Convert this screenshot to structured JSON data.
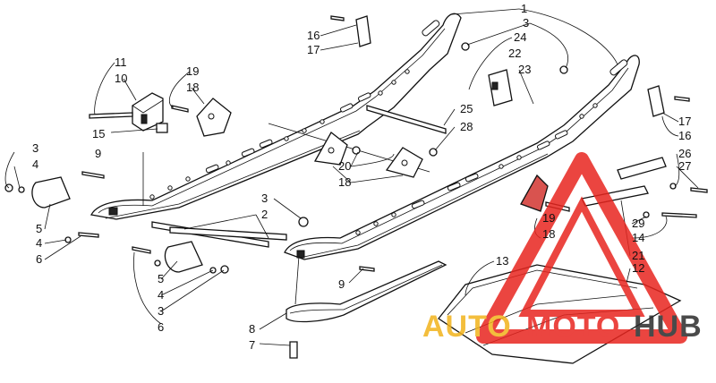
{
  "callouts": [
    {
      "id": "c1",
      "text": "1"
    },
    {
      "id": "c3a",
      "text": "3"
    },
    {
      "id": "c16a",
      "text": "16"
    },
    {
      "id": "c17a",
      "text": "17"
    },
    {
      "id": "c24",
      "text": "24"
    },
    {
      "id": "c22",
      "text": "22"
    },
    {
      "id": "c23",
      "text": "23"
    },
    {
      "id": "c11",
      "text": "11"
    },
    {
      "id": "c10",
      "text": "10"
    },
    {
      "id": "c19a",
      "text": "19"
    },
    {
      "id": "c18a",
      "text": "18"
    },
    {
      "id": "c15",
      "text": "15"
    },
    {
      "id": "c9a",
      "text": "9"
    },
    {
      "id": "c3b",
      "text": "3"
    },
    {
      "id": "c4a",
      "text": "4"
    },
    {
      "id": "c5a",
      "text": "5"
    },
    {
      "id": "c4b",
      "text": "4"
    },
    {
      "id": "c6a",
      "text": "6"
    },
    {
      "id": "c25",
      "text": "25"
    },
    {
      "id": "c28",
      "text": "28"
    },
    {
      "id": "c20",
      "text": "20"
    },
    {
      "id": "c18b",
      "text": "18"
    },
    {
      "id": "c17b",
      "text": "17"
    },
    {
      "id": "c16b",
      "text": "16"
    },
    {
      "id": "c26",
      "text": "26"
    },
    {
      "id": "c27",
      "text": "27"
    },
    {
      "id": "c3c",
      "text": "3"
    },
    {
      "id": "c2",
      "text": "2"
    },
    {
      "id": "c19b",
      "text": "19"
    },
    {
      "id": "c18c",
      "text": "18"
    },
    {
      "id": "c29",
      "text": "29"
    },
    {
      "id": "c14",
      "text": "14"
    },
    {
      "id": "c21",
      "text": "21"
    },
    {
      "id": "c12",
      "text": "12"
    },
    {
      "id": "c13",
      "text": "13"
    },
    {
      "id": "c5b",
      "text": "5"
    },
    {
      "id": "c4c",
      "text": "4"
    },
    {
      "id": "c3d",
      "text": "3"
    },
    {
      "id": "c6b",
      "text": "6"
    },
    {
      "id": "c9b",
      "text": "9"
    },
    {
      "id": "c8",
      "text": "8"
    },
    {
      "id": "c7",
      "text": "7"
    }
  ],
  "watermark": {
    "part1": "AUTO",
    "part2": "MOTO",
    "part3": "HUB",
    "color_primary": "#e8251f",
    "color_secondary": "#f2b31c",
    "color_tertiary": "#2b2b2b"
  }
}
